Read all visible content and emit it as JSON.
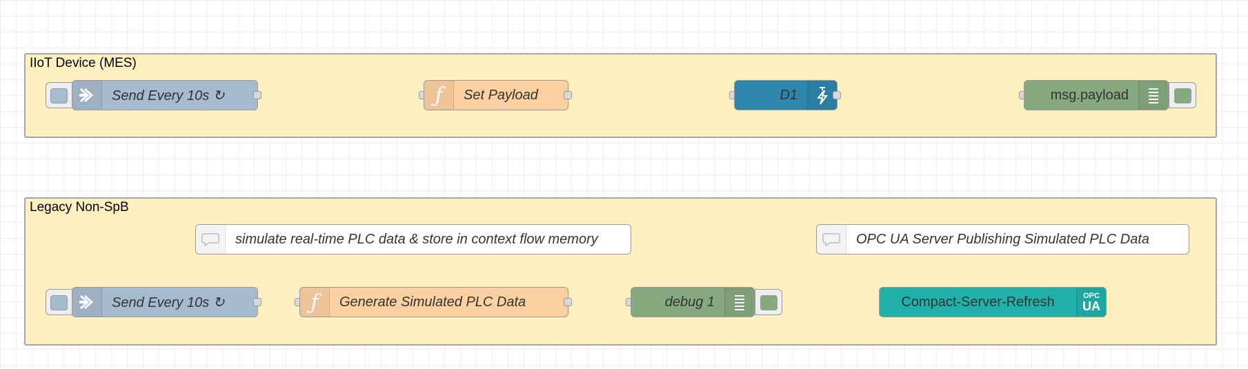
{
  "groups": [
    {
      "label": "IIoT Device (MES)"
    },
    {
      "label": "Legacy Non-SpB"
    }
  ],
  "nodes": {
    "inject1": {
      "label": "Send Every 10s ↻",
      "icon": "inject-arrow-icon",
      "color": "#a6bbcf"
    },
    "func1": {
      "label": "Set Payload",
      "icon": "function-icon",
      "color": "#fdd0a2"
    },
    "d1": {
      "label": "D1",
      "icon": "sparkplug-lightning-icon",
      "color": "#2e86ad"
    },
    "debug_payload": {
      "label": "msg.payload",
      "icon": "debug-list-icon",
      "color": "#87a980"
    },
    "comment1": {
      "label": "simulate real-time PLC data & store in context flow memory",
      "icon": "comment-bubble-icon"
    },
    "comment2": {
      "label": "OPC UA Server Publishing Simulated PLC Data",
      "icon": "comment-bubble-icon"
    },
    "inject2": {
      "label": "Send Every 10s ↻",
      "icon": "inject-arrow-icon",
      "color": "#a6bbcf"
    },
    "func2": {
      "label": "Generate Simulated PLC Data",
      "icon": "function-icon",
      "color": "#fdd0a2"
    },
    "debug1": {
      "label": "debug 1",
      "icon": "debug-list-icon",
      "color": "#87a980"
    },
    "opcua": {
      "label": "Compact-Server-Refresh",
      "icon": "opc-ua-icon",
      "icon_text_top": "OPC",
      "icon_text_bottom": "UA",
      "color": "#20b2aa"
    }
  },
  "colors": {
    "group_fill": "#fff0c0",
    "group_border": "#a5a5a5",
    "wire": "#999999"
  }
}
